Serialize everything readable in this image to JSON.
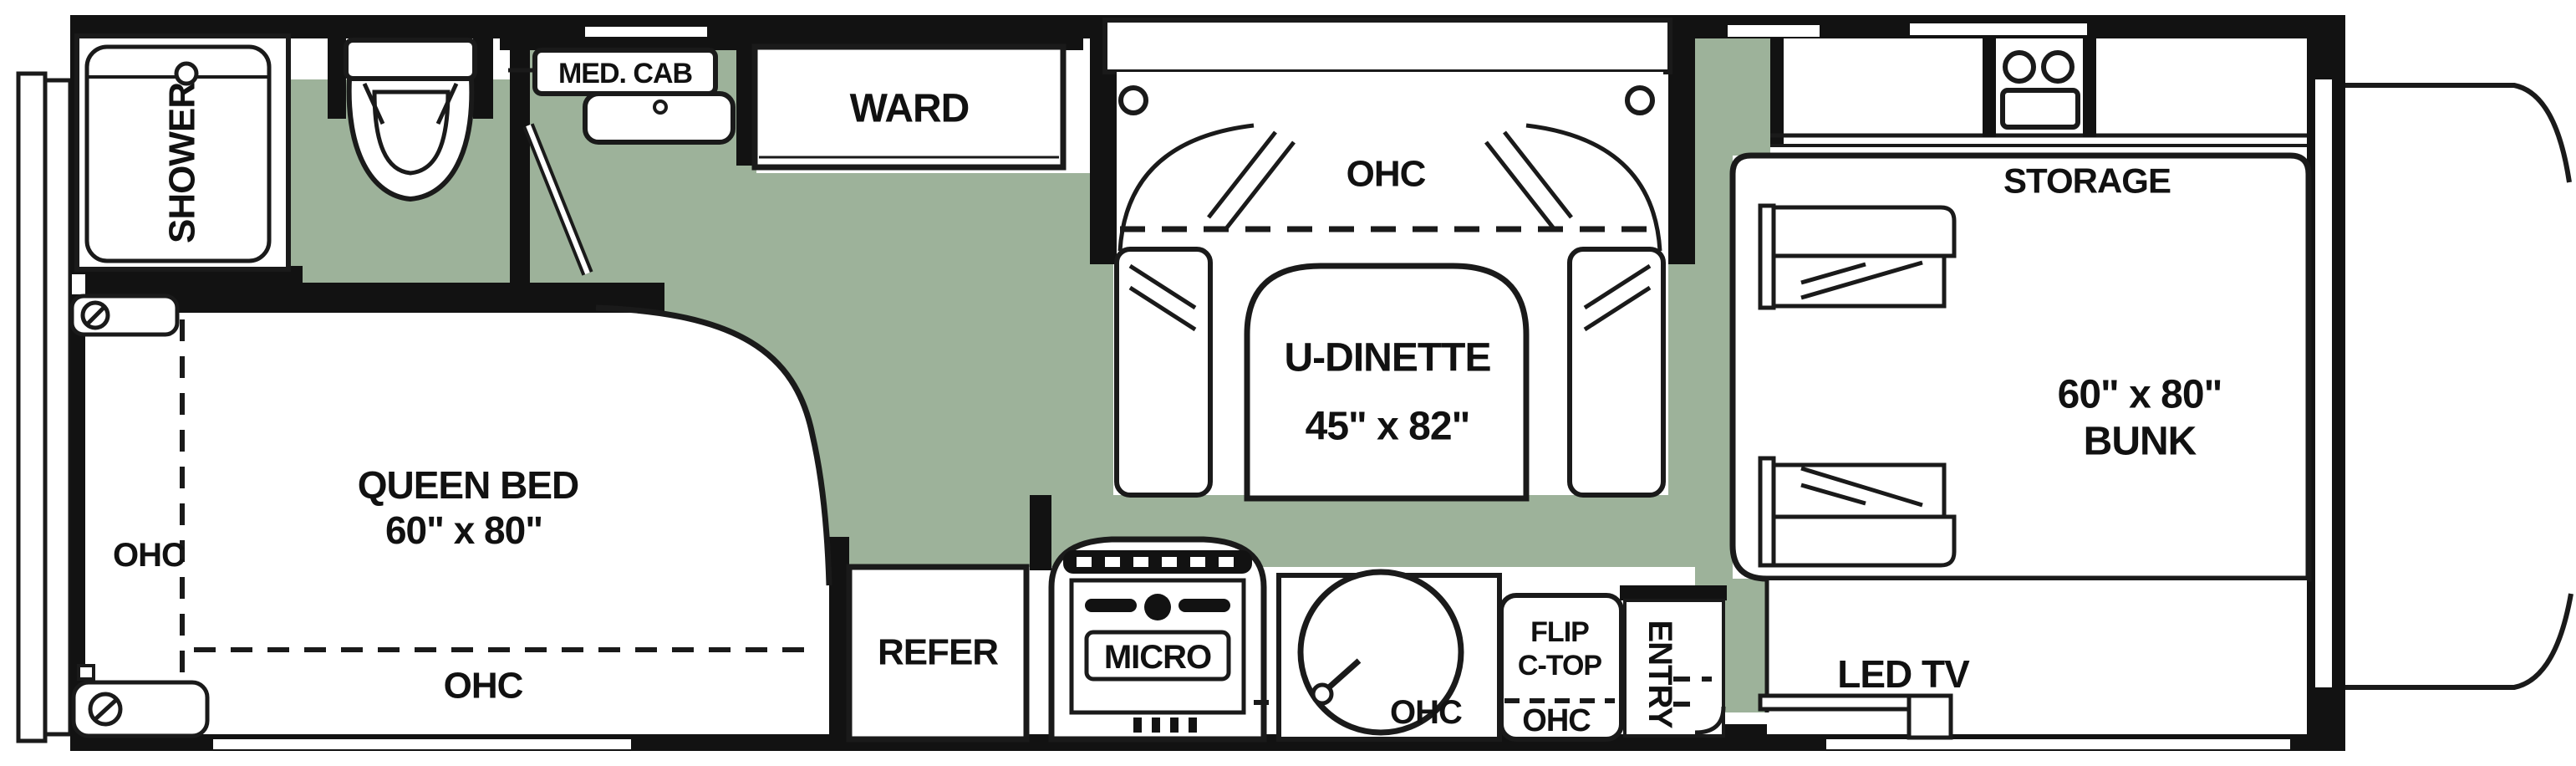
{
  "floorplan": {
    "bathroom": {
      "shower": "SHOWER",
      "med_cab": "MED. CAB"
    },
    "wardrobe": "WARD",
    "dinette": {
      "ohc": "OHC",
      "name": "U-DINETTE",
      "size": "45\" x 82\""
    },
    "bedroom": {
      "name": "QUEEN BED",
      "size": "60\" x 80\"",
      "ohc_left": "OHC",
      "ohc_foot": "OHC"
    },
    "galley": {
      "refer": "REFER",
      "micro": "MICRO",
      "ohc_sink": "OHC",
      "flip_line1": "FLIP",
      "flip_line2": "C-TOP",
      "ohc_flip": "OHC"
    },
    "entry": "ENTRY",
    "bunk_area": {
      "storage": "STORAGE",
      "size": "60\" x 80\"",
      "name": "BUNK",
      "led_tv": "LED TV"
    }
  },
  "colors": {
    "floor_green": "#9DB29A",
    "wall_black": "#121212",
    "line_black": "#1a1a1a",
    "background": "#ffffff"
  }
}
